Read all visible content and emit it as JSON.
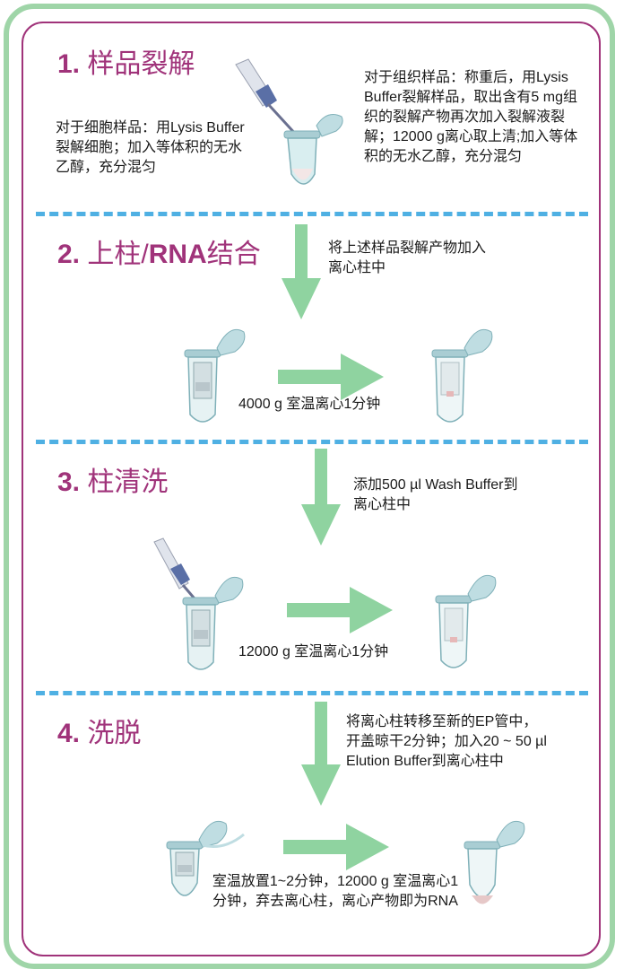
{
  "steps": [
    {
      "num": "1.",
      "title": "样品裂解",
      "cell_text": "对于细胞样品：用Lysis Buffer裂解细胞；加入等体积的无水乙醇，充分混匀",
      "tissue_text": "对于组织样品：称重后，用Lysis Buffer裂解样品，取出含有5 mg组织的裂解产物再次加入裂解液裂解；12000 g离心取上清;加入等体积的无水乙醇，充分混匀"
    },
    {
      "num": "2.",
      "title_prefix": "上柱/",
      "title_bold": "RNA",
      "title_suffix": "结合",
      "instruction": "将上述样品裂解产物加入离心柱中",
      "centrifuge": "4000 g 室温离心1分钟"
    },
    {
      "num": "3.",
      "title": "柱清洗",
      "instruction": "添加500 µl Wash Buffer到离心柱中",
      "centrifuge": "12000 g 室温离心1分钟"
    },
    {
      "num": "4.",
      "title": "洗脱",
      "instruction": "将离心柱转移至新的EP管中，开盖晾干2分钟；加入20 ~ 50 µl Elution Buffer到离心柱中",
      "centrifuge": "室温放置1~2分钟，12000 g 室温离心1分钟，弃去离心柱，离心产物即为RNA"
    }
  ],
  "colors": {
    "frame_green": "#9fd5a8",
    "frame_purple": "#a0337a",
    "dash_blue": "#4fb0e3",
    "arrow_green": "#8fd3a0",
    "tube_teal": "#7fb0b8"
  },
  "icons": [
    "pipette-icon",
    "tube-icon",
    "spin-column-icon",
    "down-arrow-icon",
    "right-arrow-icon"
  ]
}
